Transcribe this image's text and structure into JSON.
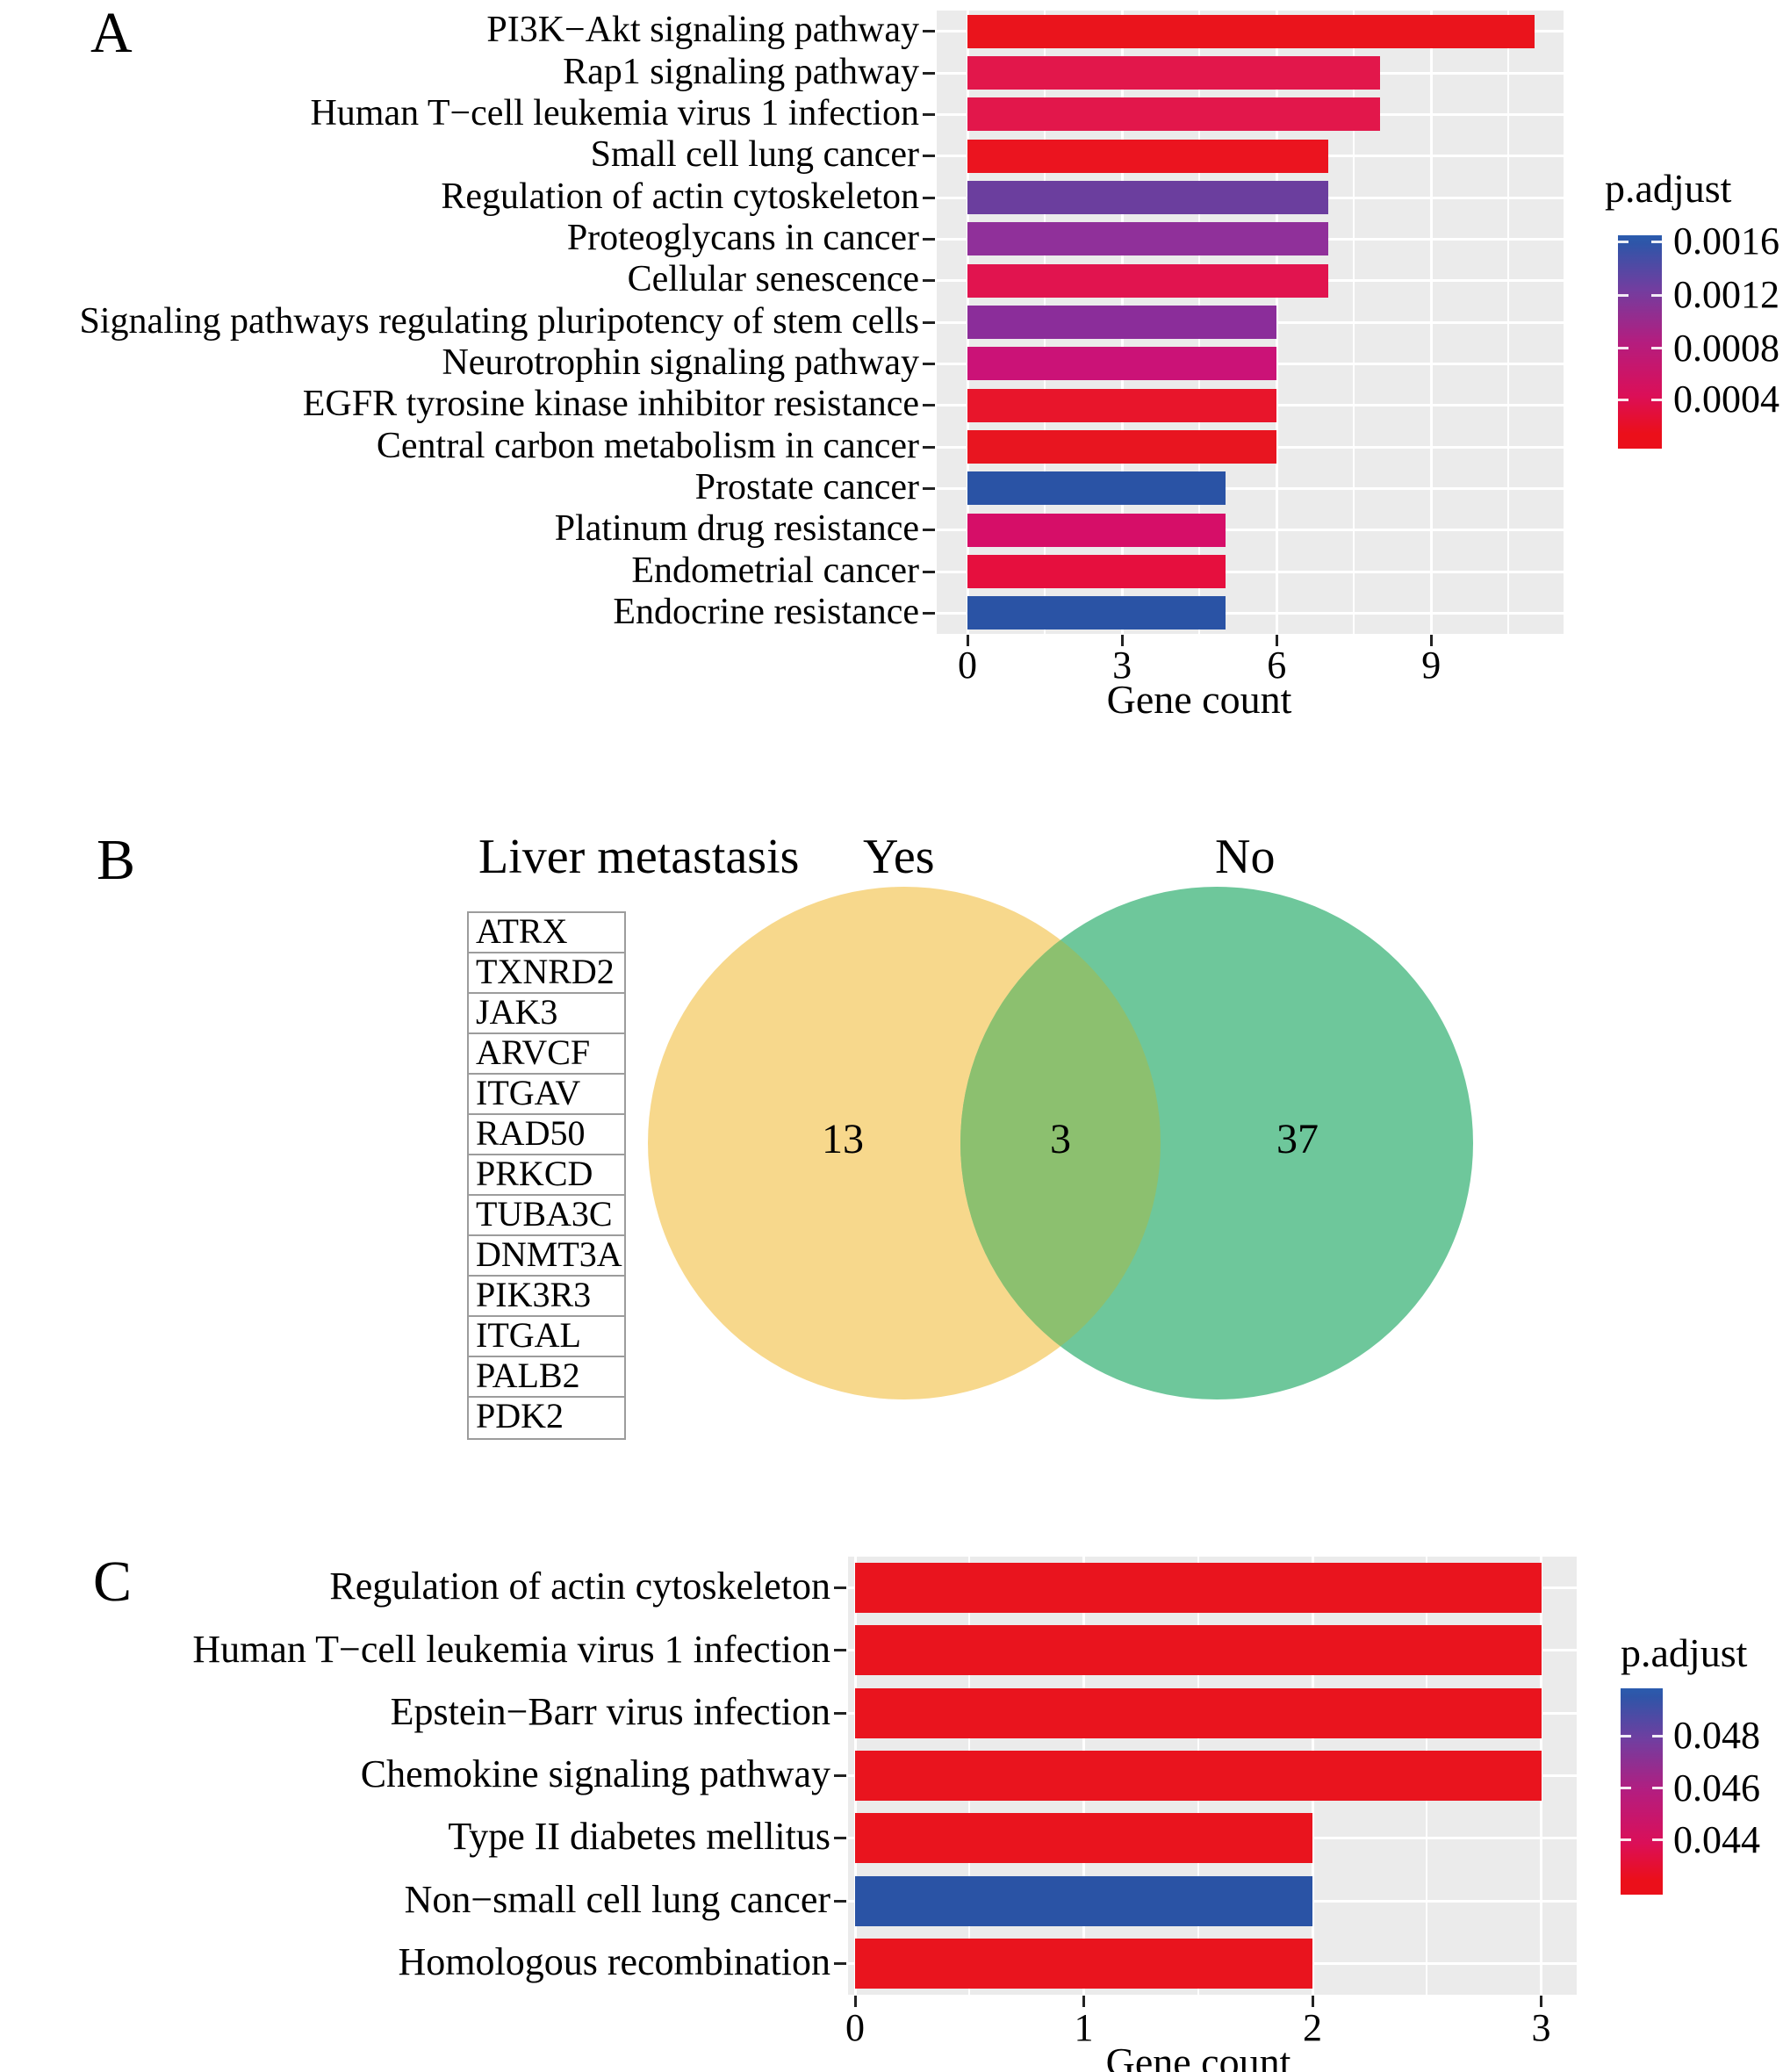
{
  "chart_data": [
    {
      "panel": "A",
      "type": "bar",
      "orientation": "horizontal",
      "categories": [
        "PI3K−Akt signaling pathway",
        "Rap1 signaling pathway",
        "Human T−cell leukemia virus 1 infection",
        "Small cell lung cancer",
        "Regulation of actin cytoskeleton",
        "Proteoglycans in cancer",
        "Cellular senescence",
        "Signaling pathways regulating pluripotency of stem cells",
        "Neurotrophin signaling pathway",
        "EGFR tyrosine kinase inhibitor resistance",
        "Central carbon metabolism in cancer",
        "Prostate cancer",
        "Platinum drug resistance",
        "Endometrial cancer",
        "Endocrine resistance"
      ],
      "values": [
        11,
        8,
        8,
        7,
        7,
        7,
        7,
        6,
        6,
        6,
        6,
        5,
        5,
        5,
        5
      ],
      "bar_colors": [
        "#EA141C",
        "#E2174B",
        "#E2174B",
        "#EB141F",
        "#6B3E9E",
        "#90309A",
        "#E1144F",
        "#8B2D9A",
        "#CB1277",
        "#E8152B",
        "#E81520",
        "#2A53A5",
        "#D60E68",
        "#E60F3E",
        "#2A53A5"
      ],
      "xlabel": "Gene count",
      "x_ticks": [
        "0",
        "3",
        "6",
        "9"
      ],
      "xlim": [
        0,
        11.6
      ],
      "grid": true,
      "panel_bg": "#EBEBEB",
      "legend": {
        "title": "p.adjust",
        "tick_labels": [
          "0.0016",
          "0.0012",
          "0.0008",
          "0.0004"
        ],
        "gradient_top_color": "#2B5CAE",
        "gradient_bottom_color": "#EB0F1A",
        "position": "right"
      }
    },
    {
      "panel": "C",
      "type": "bar",
      "orientation": "horizontal",
      "categories": [
        "Regulation of actin cytoskeleton",
        "Human T−cell leukemia virus 1 infection",
        "Epstein−Barr virus infection",
        "Chemokine signaling pathway",
        "Type II diabetes mellitus",
        "Non−small cell lung cancer",
        "Homologous recombination"
      ],
      "values": [
        3,
        3,
        3,
        3,
        2,
        2,
        2
      ],
      "bar_colors": [
        "#E9141E",
        "#E9141E",
        "#E9141E",
        "#E9141E",
        "#E9141E",
        "#2A53A5",
        "#E9141E"
      ],
      "xlabel": "Gene count",
      "x_ticks": [
        "0",
        "1",
        "2",
        "3"
      ],
      "xlim": [
        0,
        3.2
      ],
      "grid": true,
      "panel_bg": "#EBEBEB",
      "legend": {
        "title": "p.adjust",
        "tick_labels": [
          "0.048",
          "0.046",
          "0.044"
        ],
        "gradient_top_color": "#2B5CAE",
        "gradient_bottom_color": "#EB0F1A",
        "position": "right"
      }
    }
  ],
  "venn": {
    "panel": "B",
    "title": "Liver metastasis",
    "left_label": "Yes",
    "right_label": "No",
    "left_count": "13",
    "overlap_count": "3",
    "right_count": "37",
    "left_color": "#F7D88C",
    "right_color": "#6EC79B",
    "overlap_color": "#8CC06F",
    "gene_list": [
      "ATRX",
      "TXNRD2",
      "JAK3",
      "ARVCF",
      "ITGAV",
      "RAD50",
      "PRKCD",
      "TUBA3C",
      "DNMT3A",
      "PIK3R3",
      "ITGAL",
      "PALB2",
      "PDK2"
    ]
  }
}
